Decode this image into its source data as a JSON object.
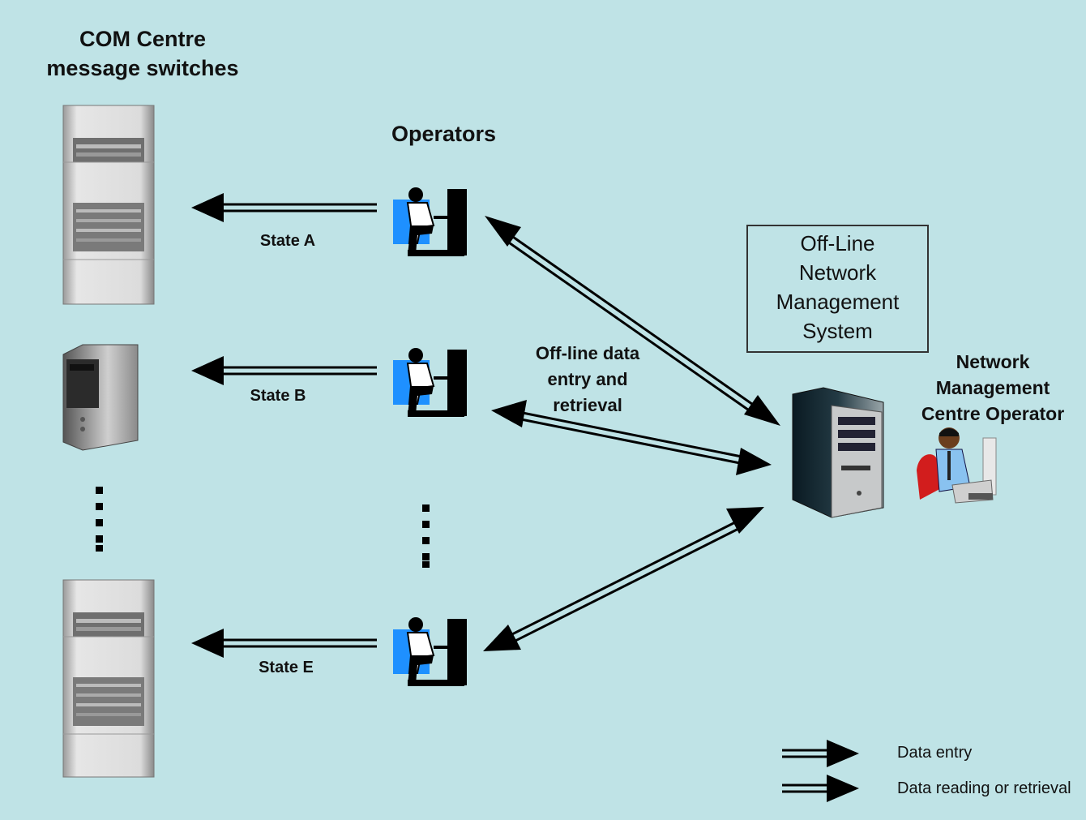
{
  "title": {
    "line1": "COM Centre",
    "line2": "message switches"
  },
  "operators_label": "Operators",
  "states": {
    "a": "State A",
    "b": "State B",
    "e": "State E"
  },
  "offline_label": {
    "line1": "Off-line data",
    "line2": "entry and",
    "line3": "retrieval"
  },
  "system_box": {
    "line1": "Off-Line",
    "line2": "Network",
    "line3": "Management",
    "line4": "System"
  },
  "nmc_operator": {
    "line1": "Network",
    "line2": "Management",
    "line3": "Centre Operator"
  },
  "legend": {
    "entry": "Data entry",
    "retrieval": "Data reading or retrieval"
  },
  "colors": {
    "background": "#bfe3e6",
    "arrow": "#000000",
    "server_body": "#d8d8d8"
  },
  "icons": {
    "rack_server": "rack-server-icon",
    "tower_pc": "tower-computer-icon",
    "operator_at_terminal": "operator-workstation-icon",
    "nms_computer": "nms-computer-icon",
    "nmc_operator": "nmc-operator-icon"
  }
}
